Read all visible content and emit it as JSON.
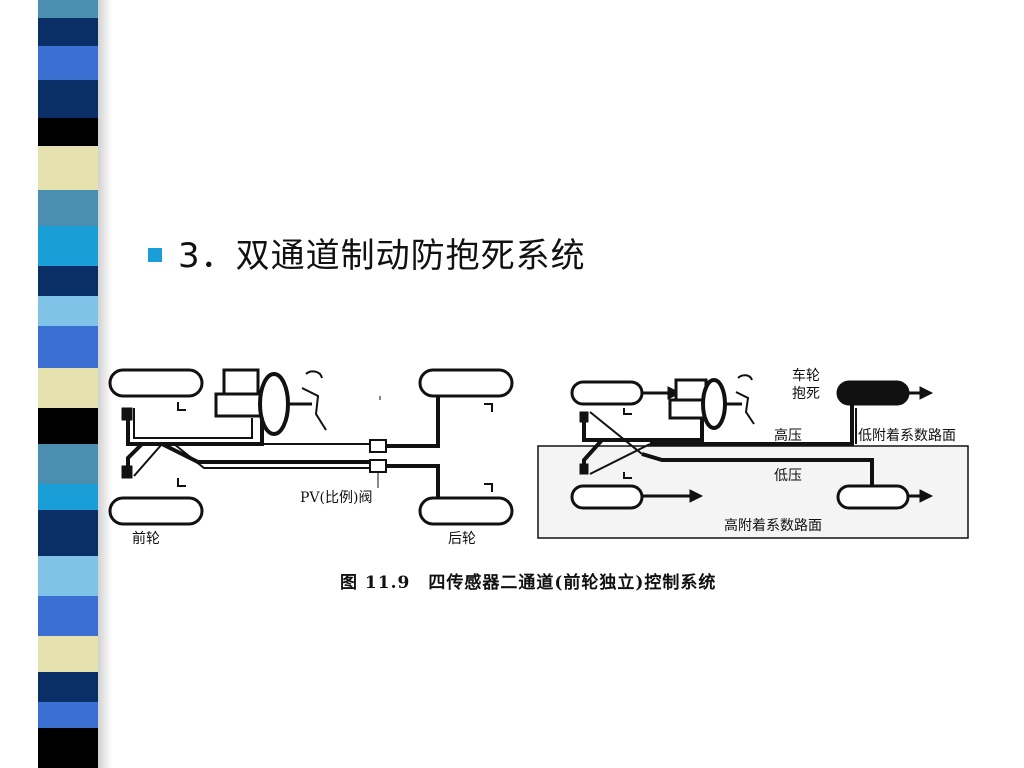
{
  "slide": {
    "title": "3．双通道制动防抱死系统"
  },
  "diagram": {
    "left": {
      "front_wheel": "前轮",
      "rear_wheel": "后轮",
      "pv_valve": "PV(比例)阀"
    },
    "right": {
      "wheel_lock_1": "车轮",
      "wheel_lock_2": "抱死",
      "high_pressure": "高压",
      "low_pressure": "低压",
      "low_adhesion": "低附着系数路面",
      "high_adhesion": "高附着系数路面"
    },
    "caption": "图 11.9　四传感器二通道(前轮独立)控制系统"
  },
  "theme": {
    "bullet_color": "#1a9ed8",
    "strip_colors": [
      "#1a9ed8",
      "#7fc3e8",
      "#0a2f66",
      "#3b6fd1",
      "#000000",
      "#e6e2b0",
      "#4a8fb0"
    ]
  }
}
